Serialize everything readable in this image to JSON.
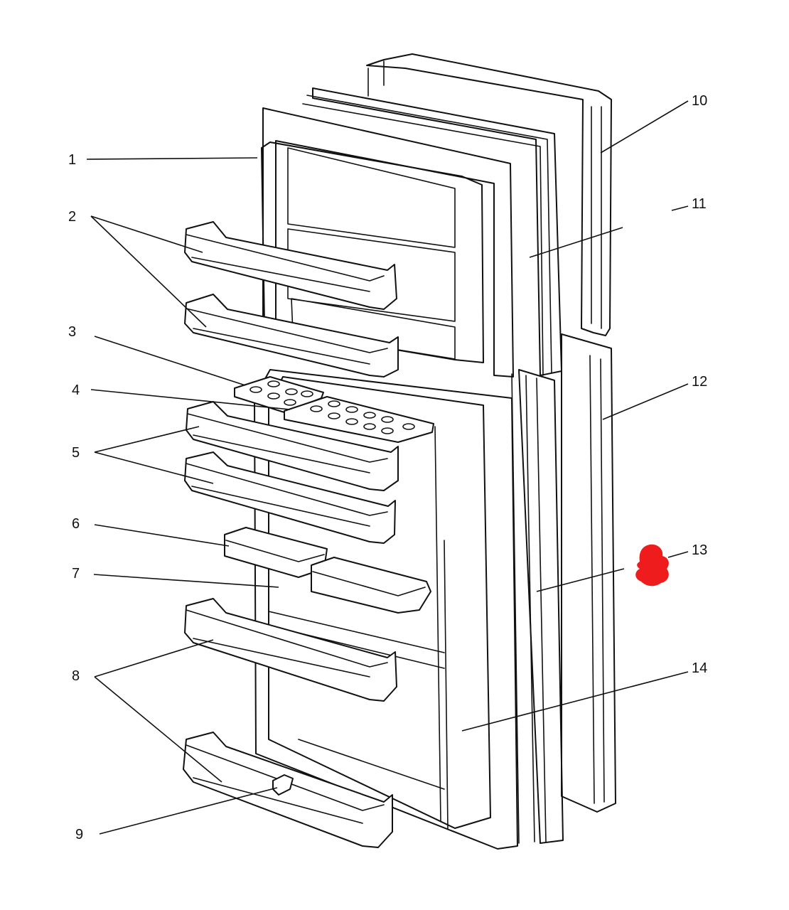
{
  "labels": {
    "l1": "1",
    "l2": "2",
    "l3": "3",
    "l4": "4",
    "l5": "5",
    "l6": "6",
    "l7": "7",
    "l8": "8",
    "l9": "9",
    "l10": "10",
    "l11": "11",
    "l12": "12",
    "l13": "13",
    "l14": "14"
  },
  "colors": {
    "line": "#111111",
    "marker": "#ee1c1c",
    "background": "#ffffff"
  }
}
